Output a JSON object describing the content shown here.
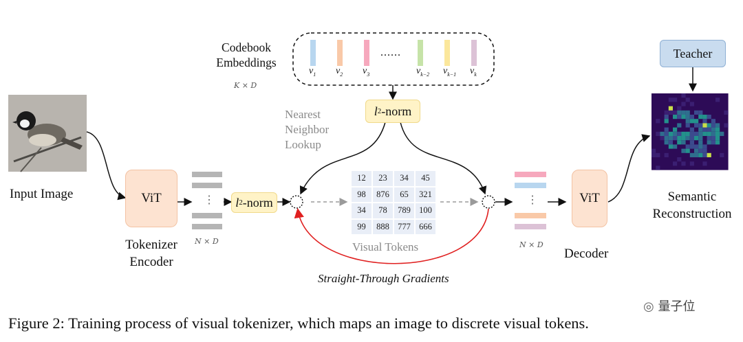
{
  "codebook": {
    "label_line1": "Codebook",
    "label_line2": "Embeddings",
    "dims": "K × D",
    "ellipsis": "......",
    "vectors": [
      {
        "sym": "v",
        "sub": "1",
        "color": "#b8d6ef"
      },
      {
        "sym": "v",
        "sub": "2",
        "color": "#f9c9a8"
      },
      {
        "sym": "v",
        "sub": "3",
        "color": "#f6a8bd"
      },
      {
        "sym": "v",
        "sub": "k−2",
        "color": "#c6e3a8"
      },
      {
        "sym": "v",
        "sub": "k−1",
        "color": "#fbe79c"
      },
      {
        "sym": "v",
        "sub": "k",
        "color": "#dcc2d6"
      }
    ]
  },
  "input_image": {
    "label": "Input Image"
  },
  "encoder": {
    "block": "ViT",
    "label_line1": "Tokenizer",
    "label_line2": "Encoder",
    "dims": "N × D",
    "dots": "⋮"
  },
  "norm_left": {
    "l": "l",
    "sub": "2",
    "text": "-norm"
  },
  "norm_top": {
    "l": "l",
    "sub": "2",
    "text": "-norm"
  },
  "nearest": {
    "line1": "Nearest",
    "line2": "Neighbor",
    "line3": "Lookup"
  },
  "visual_tokens": {
    "label": "Visual Tokens",
    "rows": [
      [
        "12",
        "23",
        "34",
        "45"
      ],
      [
        "98",
        "876",
        "65",
        "321"
      ],
      [
        "34",
        "78",
        "789",
        "100"
      ],
      [
        "99",
        "888",
        "777",
        "666"
      ]
    ]
  },
  "decoder": {
    "block": "ViT",
    "label": "Decoder",
    "dims": "N × D",
    "dots": "⋮"
  },
  "teacher": {
    "label": "Teacher"
  },
  "semantic": {
    "line1": "Semantic",
    "line2": "Reconstruction"
  },
  "gradients": {
    "label": "Straight-Through Gradients"
  },
  "caption": "Figure 2: Training process of visual tokenizer, which maps an image to discrete visual tokens.",
  "watermark": "量子位",
  "colors": {
    "red_arrow": "#e02020",
    "gray_arrow": "#9a9a9a",
    "decoder_bars": [
      "#f6a8bd",
      "#b8d6ef",
      "#f9c9a8",
      "#dcc2d6"
    ]
  }
}
